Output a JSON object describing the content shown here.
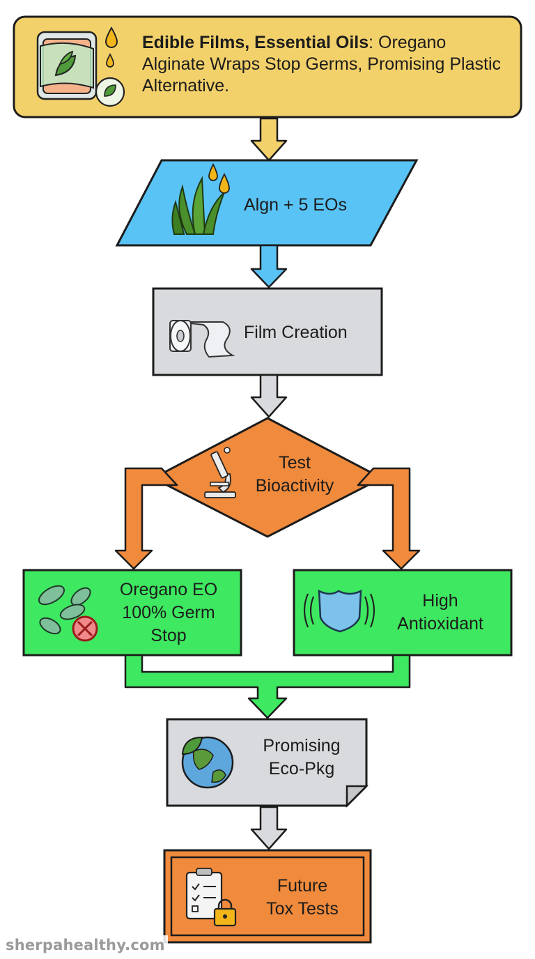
{
  "title": {
    "bold": "Edible Films, Essential Oils",
    "rest": ": Oregano Alginate Wraps Stop Germs, Promising Plastic Alternative."
  },
  "nodes": {
    "input": "Algn + 5 EOs",
    "process": "Film Creation",
    "decision": [
      "Test",
      "Bioactivity"
    ],
    "result_left": [
      "Oregano EO",
      "100% Germ",
      "Stop"
    ],
    "result_right": [
      "High",
      "Antioxidant"
    ],
    "conclusion": [
      "Promising",
      "Eco-Pkg"
    ],
    "future": [
      "Future",
      "Tox Tests"
    ]
  },
  "icons": {
    "title": "food-wrap-leaf-oil-icon",
    "input": "seaweed-oil-drops-icon",
    "process": "film-roll-icon",
    "decision": "microscope-icon",
    "result_left": "bacteria-blocked-icon",
    "result_right": "shield-icon",
    "conclusion": "globe-leaf-icon",
    "future": "clipboard-lock-icon"
  },
  "colors": {
    "title_fill": "#f3d16a",
    "input_fill": "#59c3f5",
    "process_fill": "#d9dadd",
    "decision_fill": "#f08a3c",
    "result_fill": "#3ee860",
    "conclusion_fill": "#d9dadd",
    "future_fill": "#f08a3c",
    "arrow_yellow": "#f3d16a",
    "arrow_blue": "#59c3f5",
    "arrow_gray": "#d9dadd",
    "arrow_orange": "#f08a3c",
    "arrow_green": "#3ee860"
  },
  "watermark": "sherpahealthy.com"
}
